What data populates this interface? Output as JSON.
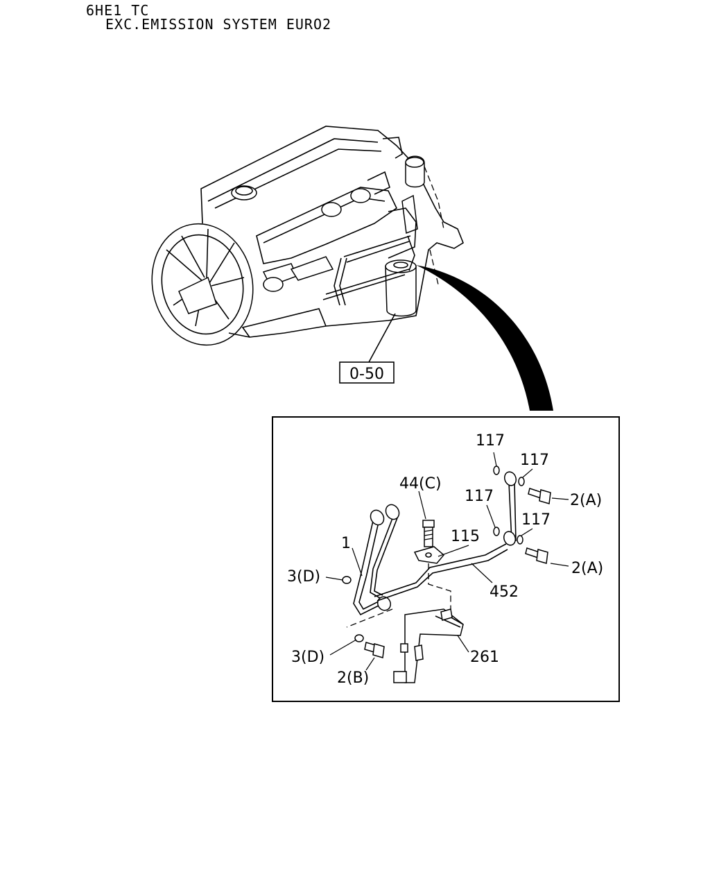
{
  "header": {
    "line1": "6HE1 TC",
    "line2": "EXC.EMISSION SYSTEM EURO2"
  },
  "reference_box": "0-50",
  "callouts": {
    "p117a": "117",
    "p117b": "117",
    "p117c": "117",
    "p117d": "117",
    "p44c": "44(C)",
    "p115": "115",
    "p2a_top": "2(A)",
    "p2a_bottom": "2(A)",
    "p1": "1",
    "p3d_top": "3(D)",
    "p452": "452",
    "p3d_bottom": "3(D)",
    "p261": "261",
    "p2b": "2(B)"
  }
}
